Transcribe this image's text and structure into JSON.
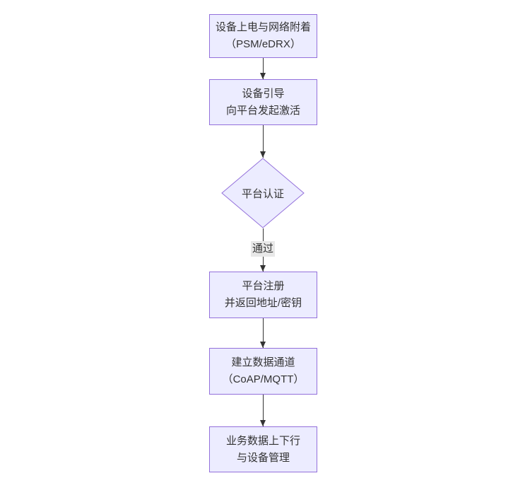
{
  "diagram": {
    "type": "flowchart",
    "direction": "top-down",
    "nodes": [
      {
        "id": "power-attach",
        "shape": "rect",
        "lines": [
          "设备上电与网络附着",
          "（PSM/eDRX）"
        ]
      },
      {
        "id": "bootstrap",
        "shape": "rect",
        "lines": [
          "设备引导",
          "向平台发起激活"
        ]
      },
      {
        "id": "platform-auth",
        "shape": "diamond",
        "lines": [
          "平台认证"
        ]
      },
      {
        "id": "platform-register",
        "shape": "rect",
        "lines": [
          "平台注册",
          "并返回地址/密钥"
        ]
      },
      {
        "id": "data-channel",
        "shape": "rect",
        "lines": [
          "建立数据通道",
          "（CoAP/MQTT）"
        ]
      },
      {
        "id": "business-data",
        "shape": "rect",
        "lines": [
          "业务数据上下行",
          "与设备管理"
        ]
      }
    ],
    "edges": [
      {
        "from": "power-attach",
        "to": "bootstrap"
      },
      {
        "from": "bootstrap",
        "to": "platform-auth"
      },
      {
        "from": "platform-auth",
        "to": "platform-register",
        "label": "通过"
      },
      {
        "from": "platform-register",
        "to": "data-channel"
      },
      {
        "from": "data-channel",
        "to": "business-data"
      }
    ],
    "colors": {
      "node_fill": "#ECECFF",
      "node_border": "#9370DB",
      "text": "#333333",
      "arrow": "#333333",
      "edge_label_bg": "#E8E8E8",
      "background": "#FFFFFF"
    }
  }
}
